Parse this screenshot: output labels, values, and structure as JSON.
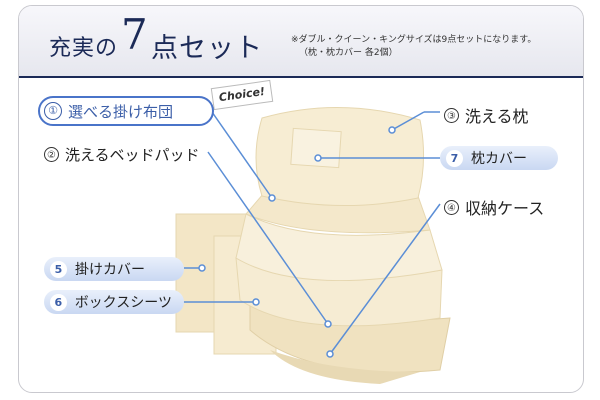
{
  "header": {
    "title_pre": "充実の",
    "title_num": "7",
    "title_post": "点セット",
    "note_line1": "※ダブル・クイーン・キングサイズは9点セットになります。",
    "note_line2": "（枕・枕カバー 各2個）"
  },
  "choice_tag": "Choice!",
  "items": [
    {
      "number": "①",
      "label": "選べる掛け布団"
    },
    {
      "number": "②",
      "label": "洗えるベッドパッド"
    },
    {
      "number": "③",
      "label": "洗える枕"
    },
    {
      "number": "④",
      "label": "収納ケース"
    },
    {
      "number": "5",
      "label": "掛けカバー"
    },
    {
      "number": "6",
      "label": "ボックスシーツ"
    },
    {
      "number": "7",
      "label": "枕カバー"
    }
  ],
  "colors": {
    "navy": "#1b2a57",
    "leader_blue": "#5b8ed6",
    "pill_light": "#e9f0fb",
    "cream": "#f3e6c6"
  }
}
